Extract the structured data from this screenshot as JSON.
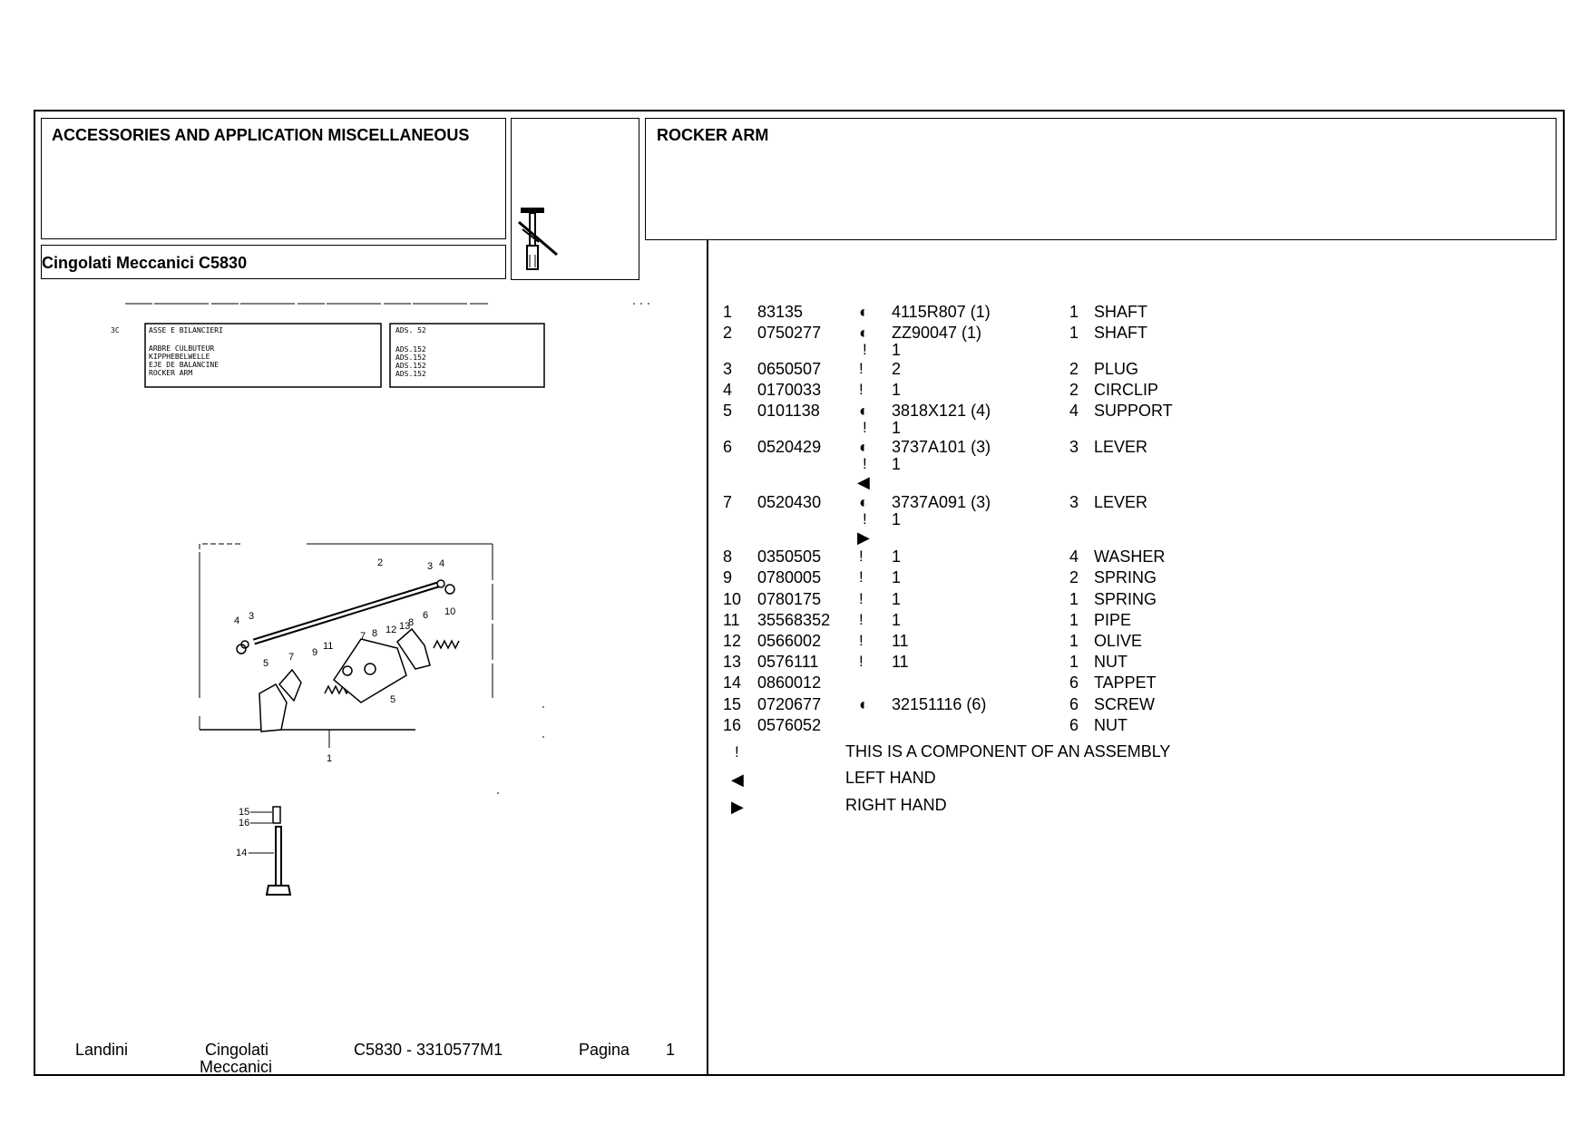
{
  "header": {
    "section_title": "ACCESSORIES AND APPLICATION MISCELLANEOUS",
    "model_title": "Cingolati Meccanici C5830",
    "group_title": "ROCKER ARM"
  },
  "drawing": {
    "caption_left": [
      "ASSE E BILANCIERI",
      "ARBRE CULBUTEUR",
      "KIPPHEBELWELLE",
      "EJE DE BALANCINE",
      "ROCKER ARM"
    ],
    "caption_right": [
      "ADS. 52",
      "ADS.152",
      "ADS.152",
      "ADS.152",
      "ADS.152"
    ]
  },
  "parts": [
    {
      "no": "1",
      "code": "83135",
      "mark": "◐",
      "ref": "4115R807  (1)",
      "excl": "",
      "sub_qty": "",
      "arrow": "",
      "qty": "1",
      "desc": "SHAFT"
    },
    {
      "no": "2",
      "code": "0750277",
      "mark": "◐",
      "ref": "ZZ90047  (1)",
      "excl": "!",
      "sub_qty": "1",
      "arrow": "",
      "qty": "1",
      "desc": "SHAFT"
    },
    {
      "no": "3",
      "code": "0650507",
      "mark": "",
      "ref": "2",
      "excl": "!",
      "sub_qty": "",
      "arrow": "",
      "qty": "2",
      "desc": "PLUG"
    },
    {
      "no": "4",
      "code": "0170033",
      "mark": "",
      "ref": "1",
      "excl": "!",
      "sub_qty": "",
      "arrow": "",
      "qty": "2",
      "desc": "CIRCLIP"
    },
    {
      "no": "5",
      "code": "0101138",
      "mark": "◐",
      "ref": "3818X121  (4)",
      "excl": "!",
      "sub_qty": "1",
      "arrow": "",
      "qty": "4",
      "desc": "SUPPORT"
    },
    {
      "no": "6",
      "code": "0520429",
      "mark": "◐",
      "ref": "3737A101  (3)",
      "excl": "!",
      "sub_qty": "1",
      "arrow": "◀",
      "qty": "3",
      "desc": "LEVER"
    },
    {
      "no": "7",
      "code": "0520430",
      "mark": "◐",
      "ref": "3737A091  (3)",
      "excl": "!",
      "sub_qty": "1",
      "arrow": "▶",
      "qty": "3",
      "desc": "LEVER"
    },
    {
      "no": "8",
      "code": "0350505",
      "mark": "",
      "ref": "1",
      "excl": "!",
      "sub_qty": "",
      "arrow": "",
      "qty": "4",
      "desc": "WASHER"
    },
    {
      "no": "9",
      "code": "0780005",
      "mark": "",
      "ref": "1",
      "excl": "!",
      "sub_qty": "",
      "arrow": "",
      "qty": "2",
      "desc": "SPRING"
    },
    {
      "no": "10",
      "code": "0780175",
      "mark": "",
      "ref": "1",
      "excl": "!",
      "sub_qty": "",
      "arrow": "",
      "qty": "1",
      "desc": "SPRING"
    },
    {
      "no": "11",
      "code": "35568352",
      "mark": "",
      "ref": "1",
      "excl": "!",
      "sub_qty": "",
      "arrow": "",
      "qty": "1",
      "desc": "PIPE"
    },
    {
      "no": "12",
      "code": "0566002",
      "mark": "",
      "ref": "11",
      "excl": "!",
      "sub_qty": "",
      "arrow": "",
      "qty": "1",
      "desc": "OLIVE"
    },
    {
      "no": "13",
      "code": "0576111",
      "mark": "",
      "ref": "11",
      "excl": "!",
      "sub_qty": "",
      "arrow": "",
      "qty": "1",
      "desc": "NUT"
    },
    {
      "no": "14",
      "code": "0860012",
      "mark": "",
      "ref": "",
      "excl": "",
      "sub_qty": "",
      "arrow": "",
      "qty": "6",
      "desc": "TAPPET"
    },
    {
      "no": "15",
      "code": "0720677",
      "mark": "◐",
      "ref": "32151116  (6)",
      "excl": "",
      "sub_qty": "",
      "arrow": "",
      "qty": "6",
      "desc": "SCREW"
    },
    {
      "no": "16",
      "code": "0576052",
      "mark": "",
      "ref": "",
      "excl": "",
      "sub_qty": "",
      "arrow": "",
      "qty": "6",
      "desc": "NUT"
    }
  ],
  "legend": [
    {
      "symbol": "!",
      "text": "THIS IS A COMPONENT OF AN ASSEMBLY"
    },
    {
      "symbol": "◀",
      "text": "LEFT HAND"
    },
    {
      "symbol": "▶",
      "text": "RIGHT HAND"
    }
  ],
  "footer": {
    "brand": "Landini",
    "series_line1": "Cingolati",
    "series_line2": "Meccanici",
    "model_code": "C5830 - 3310577M1",
    "page_label": "Pagina",
    "page_number": "1"
  }
}
